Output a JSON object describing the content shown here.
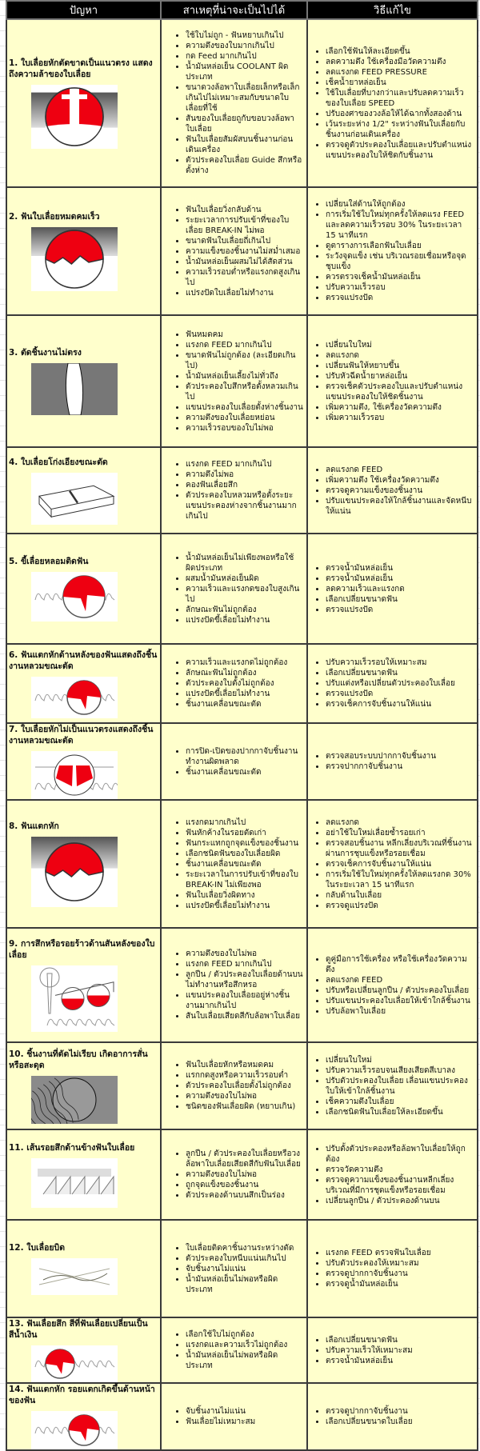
{
  "headers": {
    "problem": "ปัญหา",
    "cause": "สาเหตุที่น่าจะเป็นไปได้",
    "solution": "วิธีแก้ไข"
  },
  "accent_red": "#ee0011",
  "rows": [
    {
      "problem": "1. ใบเลื่อยหักตัดขาดเป็นแนวตรง แสดงถึงความล้าของใบเลื่อย",
      "causes": [
        "ใช้ใบไม่ถูก - ฟันหยาบเกินไป",
        "ความตึงของใบมากเกินไป",
        "กด Feed มากเกินไป",
        "น้ำมันหล่อเย็น COOLANT ผิดประเภท",
        "ขนาดวงล้อพาใบเลื่อยเล็กหรือเล็กเกินไปไม่เหมาะสมกับขนาดใบเลื่อยที่ใช้",
        "สันของใบเลื่อยถูกับขอบวงล้อพาใบเลื่อย",
        "ฟันใบเลื่อยสัมผัสบนชิ้นงานก่อนเดินเครื่อง",
        "ตัวประคองใบเลื่อย Guide สึกหรือตั้งห่าง"
      ],
      "solutions": [
        "เลือกใช้ฟันให้ละเอียดขึ้น",
        "ลดความตึง ใช้เครื่องมือวัดความตึง",
        "ลดแรงกด FEED PRESSURE",
        "เช็คน้ำยาหล่อเย็น",
        "ใช้ใบเลื่อยที่บางกว่าและปรับลดความเร็วของใบเลื่อย SPEED",
        "ปรับองศาของวงล้อให้ได้ฉากทั้งสองด้าน",
        "เว้นระยะห่าง 1/2\" ระหว่างฟันใบเลื่อยกับชิ้นงานก่อนเดินเครื่อง",
        "ตรวจดูตัวประคองใบเลื่อยและปรับตำแหน่งแขนประคองใบให้ชิดกับชิ้นงาน"
      ]
    },
    {
      "problem": "2. ฟันใบเลื่อยหมดคมเร็ว",
      "causes": [
        "ฟันใบเลื่อยวิ่งกลับด้าน",
        "ระยะเวลาการปรับเข้าที่ของใบเลื่อย BREAK-IN ไม่พอ",
        "ขนาดฟันใบเลื่อยถี่เกินไป",
        "ความแข็งของชิ้นงานไม่สม่ำเสมอ",
        "น้ำมันหล่อเย็นผสมไม่ได้สัดส่วน",
        "ความเร็วรอบต่ำหรือแรงกดสูงเกินไป",
        "แปรงปัดใบเลื่อยไม่ทำงาน"
      ],
      "solutions": [
        "เปลี่ยนใส่ด้านให้ถูกต้อง",
        "การเริ่มใช้ใบใหม่ทุกครั้งให้ลดแรง FEED และลดความเร็วรอบ 30% ในระยะเวลา 15 นาทีแรก",
        "ดูตารางการเลือกฟันใบเลื่อย",
        "ระวังจุดแข็ง เช่น บริเวณรอยเชื่อมหรือจุดชุบแข็ง",
        "ควรตรวจเช็คน้ำมันหล่อเย็น",
        "ปรับความเร็วรอบ",
        "ตรวจแปรงปัด"
      ]
    },
    {
      "problem": "3. ตัดชิ้นงานไม่ตรง",
      "causes": [
        "ฟันหมดคม",
        "แรงกด FEED มากเกินไป",
        "ขนาดฟันไม่ถูกต้อง (ละเอียดเกินไป)",
        "น้ำมันหล่อเย็นเลี้ยงไม่ทั่วถึง",
        "ตัวประคองใบสึกหรือตั้งหลวมเกินไป",
        "แขนประคองใบเลื่อยตั้งห่างชิ้นงาน",
        "ความตึงของใบเลื่อยหย่อน",
        "ความเร็วรอบของใบไม่พอ"
      ],
      "solutions": [
        "เปลี่ยนใบใหม่",
        "ลดแรงกด",
        "เปลี่ยนฟันให้หยาบขึ้น",
        "ปรับหัวฉีดน้ำยาหล่อเย็น",
        "ตรวจเช็คตัวประคองใบและปรับตำแหน่งแขนประคองใบให้ชิดชิ้นงาน",
        "เพิ่มความตึง, ใช้เครื่องวัดความตึง",
        "เพิ่มความเร็วรอบ"
      ]
    },
    {
      "problem": "4. ใบเลื่อยโก่งเอียงขณะตัด",
      "causes": [
        "แรงกด FEED มากเกินไป",
        "ความตึงไม่พอ",
        "คองฟันเลื่อยสึก",
        "ตัวประคองใบหลวมหรือตั้งระยะแขนประคองห่างจากชิ้นงานมากเกินไป"
      ],
      "solutions": [
        "ลดแรงกด FEED",
        "เพิ่มความตึง ใช้เครื่องวัดความตึง",
        "ตรวจดูความแข็งของชิ้นงาน",
        "ปรับแขนประคองให้ใกล้ชิ้นงานและจัดหนีบให้แน่น"
      ]
    },
    {
      "problem": "5. ขี้เลื่อยหลอมติดฟัน",
      "causes": [
        "น้ำมันหล่อเย็นไม่เพียงพอหรือใช้ผิดประเภท",
        "ผสมน้ำมันหล่อเย็นผิด",
        "ความเร็วและแรงกดของใบสูงเกินไป",
        "ลักษณะฟันไม่ถูกต้อง",
        "แปรงปัดขี้เลื่อยไม่ทำงาน"
      ],
      "solutions": [
        "ตรวจน้ำมันหล่อเย็น",
        "ตรวจน้ำมันหล่อเย็น",
        "ลดความเร็วและแรงกด",
        "เลือกเปลี่ยนขนาดฟัน",
        "ตรวจแปรงปัด"
      ]
    },
    {
      "problem": "6. ฟันแตกหักด้านหลังของฟันแสดงถึงชิ้นงานหลวมขณะตัด",
      "causes": [
        "ความเร็วและแรงกดไม่ถูกต้อง",
        "ลักษณะฟันไม่ถูกต้อง",
        "ตัวประคองใบตั้งไม่ถูกต้อง",
        "แปรงปัดขี้เลื่อยไม่ทำงาน",
        "ชิ้นงานเคลื่อนขณะตัด"
      ],
      "solutions": [
        "ปรับความเร็วรอบให้เหมาะสม",
        "เลือกเปลี่ยนขนาดฟัน",
        "ปรับแต่งหรือเปลี่ยนตัวประคองใบเลื่อย",
        "ตรวจแปรงปัด",
        "ตรวจเช็คการจับชิ้นงานให้แน่น"
      ]
    },
    {
      "problem": "7. ใบเลื่อยหักไม่เป็นแนวตรงแสดงถึงชิ้นงานหลวมขณะตัด",
      "causes": [
        "การปิด-เปิดของปากกาจับชิ้นงานทำงานผิดพลาด",
        "ชิ้นงานเคลื่อนขณะตัด"
      ],
      "solutions": [
        "ตรวจสอบระบบปากกาจับชิ้นงาน",
        "ตรวจปากกาจับชิ้นงาน"
      ]
    },
    {
      "problem": "8. ฟันแตกหัก",
      "causes": [
        "แรงกดมากเกินไป",
        "ฟันหักค้างในรอยตัดเก่า",
        "ฟันกระแทกถูกจุดแข็งของชิ้นงาน",
        "เลือกชนิดฟันของใบเลื่อยผิด",
        "ชิ้นงานเคลื่อนขณะตัด",
        "ระยะเวลาในการปรับเข้าที่ของใบ BREAK-IN ไม่เพียงพอ",
        "ฟันใบเลื่อยวิ่งผิดทาง",
        "แปรงปัดขี้เลื่อยไม่ทำงาน"
      ],
      "solutions": [
        "ลดแรงกด",
        "อย่าใช้ใบใหม่เลื่อยซ้ำรอยเก่า",
        "ตรวจสอบชิ้นงาน หลีกเลี่ยงบริเวณที่ชิ้นงานผ่านการชุบแข็งหรือรอยเชื่อม",
        "ตรวจเช็คการจับชิ้นงานให้แน่น",
        "การเริ่มใช้ใบใหม่ทุกครั้งให้ลดแรงกด 30% ในระยะเวลา 15 นาทีแรก",
        "กลับด้านใบเลื่อย",
        "ตรวจดูแปรงปัด"
      ]
    },
    {
      "problem": "9. การสึกหรือรอยร้าวด้านสันหลังของใบเลื่อย",
      "causes": [
        "ความตึงของใบไม่พอ",
        "แรงกด FEED มากเกินไป",
        "ลูกปืน / ตัวประคองใบเลื่อยด้านบนไม่ทำงานหรือสึกหรอ",
        "แขนประคองใบเลื่อยอยู่ห่างชิ้นงานมากเกินไป",
        "สันใบเลื่อยเสียดสีกับล้อพาใบเลื่อย"
      ],
      "solutions": [
        "ดูคู่มือการใช้เครื่อง หรือใช้เครื่องวัดความตึง",
        "ลดแรงกด FEED",
        "ปรับหรือเปลี่ยนลูกปืน / ตัวประคองใบเลื่อย",
        "ปรับแขนประคองใบเลื่อยให้เข้าใกล้ชิ้นงาน",
        "ปรับล้อพาใบเลื่อย"
      ]
    },
    {
      "problem": "10. ชิ้นงานที่ตัดไม่เรียบ เกิดอาการสั่นหรือสะดุด",
      "causes": [
        "ฟันใบเลื่อยหักหรือหมดคม",
        "แรกกดสูงหรือความเร็วรอบต่ำ",
        "ตัวประคองใบเลื่อยตั้งไม่ถูกต้อง",
        "ความตึงของใบไม่พอ",
        "ชนิดของฟันเลื่อยผิด (หยาบเกิน)"
      ],
      "solutions": [
        "เปลี่ยนใบใหม่",
        "ปรับความเร็วรอบจนเสียงเสียดสีเบาลง",
        "ปรับตัวประคองใบเลื่อย เลื่อนแขนประคองใบให้เข้าใกล้ชิ้นงาน",
        "เช็คความตึงใบเลื่อย",
        "เลือกชนิดฟันใบเลื่อยให้ละเอียดขึ้น"
      ]
    },
    {
      "problem": "11. เส้นรอยสึกด้านข้างฟันใบเลื่อย",
      "causes": [
        "ลูกปืน / ตัวประคองใบเลื่อยหรือวงล้อพาใบเลื่อยเสียดสีกับฟันใบเลื่อย",
        "ความตึงของใบไม่พอ",
        "ถูกจุดแข็งของชิ้นงาน",
        "ตัวประคองด้านบนสึกเป็นร่อง"
      ],
      "solutions": [
        "ปรับตั้งตัวประคองหรือล้อพาใบเลื่อยให้ถูกต้อง",
        "ตรวจวัดความตึง",
        "ตรวจดูความแข็งของชิ้นงานหลีกเลี่ยงบริเวณที่มีการชุดแข็งหรือรอยเชื่อม",
        "เปลี่ยนลูกปืน / ตัวประคองด้านบน"
      ]
    },
    {
      "problem": "12. ใบเลื่อยบิด",
      "causes": [
        "ใบเลื่อยติดคาชิ้นงานระหว่างตัด",
        "ตัวประคองใบหนีบแน่นเกินไป",
        "จับชิ้นงานไม่แน่น",
        "น้ำมันหล่อเย็นไม่พอหรือผิดประเภท"
      ],
      "solutions": [
        "แรงกด FEED ตรวจฟันใบเลื่อย",
        "ปรับตัวประคองให้เหมาะสม",
        "ตรวจดูปากกาจับชิ้นงาน",
        "ตรวจดูน้ำมันหล่อเย็น"
      ]
    },
    {
      "problem": "13. ฟันเลื่อยสึก สีที่ฟันเลื่อยเปลี่ยนเป็นสีน้ำเงิน",
      "causes": [
        "เลือกใช้ใบไม่ถูกต้อง",
        "แรงกดและความเร็วไม่ถูกต้อง",
        "น้ำมันหล่อเย็นไม่พอหรือผิดประเภท"
      ],
      "solutions": [
        "เลือกเปลี่ยนขนาดฟัน",
        "ปรับความเร็วให้เหมาะสม",
        "ตรวจน้ำมันหล่อเย็น"
      ]
    },
    {
      "problem": "14. ฟันแตกหัก รอยแตกเกิดขึ้นด้านหน้าของฟัน",
      "causes": [
        "จับชิ้นงานไม่แน่น",
        "ฟันเลื่อยไม่เหมาะสม"
      ],
      "solutions": [
        "ตรวจดูปากกาจับชิ้นงาน",
        "เลือกเปลี่ยนขนาดใบเลื่อย"
      ]
    }
  ]
}
